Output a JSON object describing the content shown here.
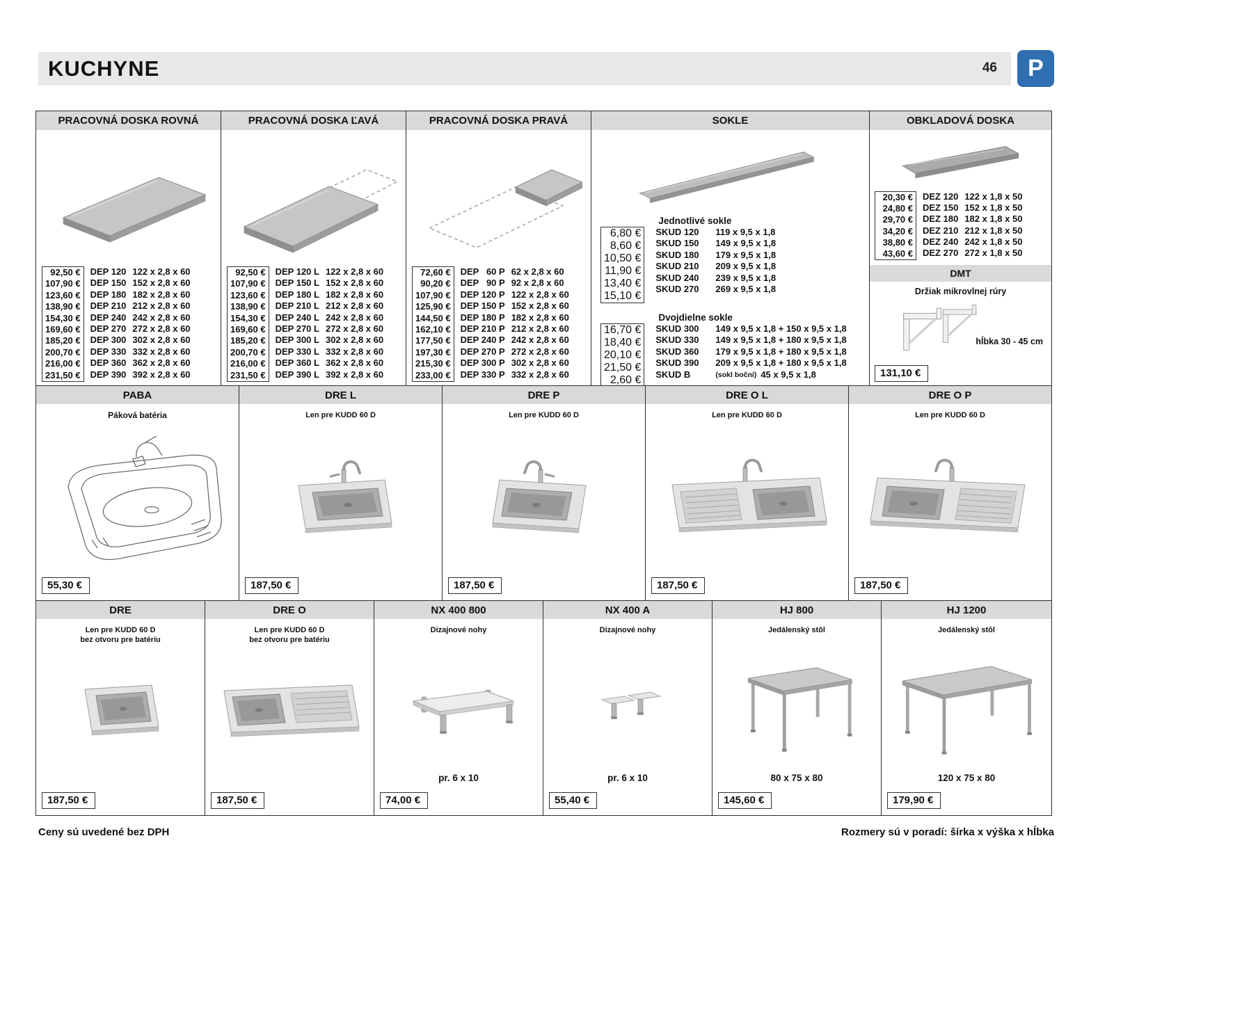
{
  "page": {
    "title": "KUCHYNE",
    "page_number": "46",
    "logo_letter": "P",
    "footer_left": "Ceny sú uvedené bez DPH",
    "footer_right": "Rozmery sú v poradí:  šírka x výška x hĺbka"
  },
  "worktops": {
    "rovna": {
      "title": "PRACOVNÁ DOSKA ROVNÁ",
      "rows": [
        {
          "price": "92,50 €",
          "code": "DEP 120",
          "dims": "122 x 2,8 x 60"
        },
        {
          "price": "107,90 €",
          "code": "DEP 150",
          "dims": "152 x 2,8 x 60"
        },
        {
          "price": "123,60 €",
          "code": "DEP 180",
          "dims": "182 x 2,8 x 60"
        },
        {
          "price": "138,90 €",
          "code": "DEP 210",
          "dims": "212 x 2,8 x 60"
        },
        {
          "price": "154,30 €",
          "code": "DEP 240",
          "dims": "242 x 2,8 x 60"
        },
        {
          "price": "169,60 €",
          "code": "DEP 270",
          "dims": "272 x 2,8 x 60"
        },
        {
          "price": "185,20 €",
          "code": "DEP 300",
          "dims": "302 x 2,8 x 60"
        },
        {
          "price": "200,70 €",
          "code": "DEP 330",
          "dims": "332 x 2,8 x 60"
        },
        {
          "price": "216,00 €",
          "code": "DEP 360",
          "dims": "362 x 2,8 x 60"
        },
        {
          "price": "231,50 €",
          "code": "DEP 390",
          "dims": "392 x 2,8 x 60"
        }
      ]
    },
    "lava": {
      "title": "PRACOVNÁ DOSKA ĽAVÁ",
      "rows": [
        {
          "price": "92,50 €",
          "code": "DEP 120 L",
          "dims": "122 x 2,8 x 60"
        },
        {
          "price": "107,90 €",
          "code": "DEP 150 L",
          "dims": "152 x 2,8 x 60"
        },
        {
          "price": "123,60 €",
          "code": "DEP 180 L",
          "dims": "182 x 2,8 x 60"
        },
        {
          "price": "138,90 €",
          "code": "DEP 210 L",
          "dims": "212 x 2,8 x 60"
        },
        {
          "price": "154,30 €",
          "code": "DEP 240 L",
          "dims": "242 x 2,8 x 60"
        },
        {
          "price": "169,60 €",
          "code": "DEP 270 L",
          "dims": "272 x 2,8 x 60"
        },
        {
          "price": "185,20 €",
          "code": "DEP 300 L",
          "dims": "302 x 2,8 x 60"
        },
        {
          "price": "200,70 €",
          "code": "DEP 330 L",
          "dims": "332 x 2,8 x 60"
        },
        {
          "price": "216,00 €",
          "code": "DEP 360 L",
          "dims": "362 x 2,8 x 60"
        },
        {
          "price": "231,50 €",
          "code": "DEP 390 L",
          "dims": "392 x 2,8 x 60"
        }
      ]
    },
    "prava": {
      "title": "PRACOVNÁ DOSKA PRAVÁ",
      "rows": [
        {
          "price": "72,60 €",
          "code": "DEP   60 P",
          "dims": "62 x 2,8 x 60"
        },
        {
          "price": "90,20 €",
          "code": "DEP   90 P",
          "dims": "92 x 2,8 x 60"
        },
        {
          "price": "107,90 €",
          "code": "DEP 120 P",
          "dims": "122 x 2,8 x 60"
        },
        {
          "price": "125,90 €",
          "code": "DEP 150 P",
          "dims": "152 x 2,8 x 60"
        },
        {
          "price": "144,50 €",
          "code": "DEP 180 P",
          "dims": "182 x 2,8 x 60"
        },
        {
          "price": "162,10 €",
          "code": "DEP 210 P",
          "dims": "212 x 2,8 x 60"
        },
        {
          "price": "177,50 €",
          "code": "DEP 240 P",
          "dims": "242 x 2,8 x 60"
        },
        {
          "price": "197,30 €",
          "code": "DEP 270 P",
          "dims": "272 x 2,8 x 60"
        },
        {
          "price": "215,30 €",
          "code": "DEP 300 P",
          "dims": "302 x 2,8 x 60"
        },
        {
          "price": "233,00 €",
          "code": "DEP 330 P",
          "dims": "332 x 2,8 x 60"
        }
      ]
    }
  },
  "sokle": {
    "title": "SOKLE",
    "single_header": "Jednotlivé sokle",
    "single_rows": [
      {
        "price": "6,80 €",
        "code": "SKUD 120",
        "dims": "119 x 9,5 x 1,8"
      },
      {
        "price": "8,60 €",
        "code": "SKUD 150",
        "dims": "149 x 9,5 x 1,8"
      },
      {
        "price": "10,50 €",
        "code": "SKUD 180",
        "dims": "179 x 9,5 x 1,8"
      },
      {
        "price": "11,90 €",
        "code": "SKUD 210",
        "dims": "209 x 9,5 x 1,8"
      },
      {
        "price": "13,40 €",
        "code": "SKUD 240",
        "dims": "239 x 9,5 x 1,8"
      },
      {
        "price": "15,10 €",
        "code": "SKUD 270",
        "dims": "269 x 9,5 x 1,8"
      }
    ],
    "double_header": "Dvojdielne sokle",
    "double_rows": [
      {
        "price": "16,70 €",
        "code": "SKUD 300",
        "note": "",
        "dims": "149 x 9,5 x 1,8 + 150 x 9,5 x 1,8"
      },
      {
        "price": "18,40 €",
        "code": "SKUD 330",
        "note": "",
        "dims": "149 x 9,5 x 1,8 + 180 x 9,5 x 1,8"
      },
      {
        "price": "20,10 €",
        "code": "SKUD 360",
        "note": "",
        "dims": "179 x 9,5 x 1,8 + 180 x 9,5 x 1,8"
      },
      {
        "price": "21,50 €",
        "code": "SKUD 390",
        "note": "",
        "dims": "209 x 9,5 x 1,8 + 180 x 9,5 x 1,8"
      },
      {
        "price": "2,60 €",
        "code": "SKUD B",
        "note": "(sokl boční)",
        "dims": "45 x 9,5 x 1,8"
      }
    ]
  },
  "obkladova": {
    "title": "OBKLADOVÁ DOSKA",
    "rows": [
      {
        "price": "20,30 €",
        "code": "DEZ 120",
        "dims": "122 x 1,8 x 50"
      },
      {
        "price": "24,80 €",
        "code": "DEZ 150",
        "dims": "152 x 1,8 x 50"
      },
      {
        "price": "29,70 €",
        "code": "DEZ 180",
        "dims": "182 x 1,8 x 50"
      },
      {
        "price": "34,20 €",
        "code": "DEZ 210",
        "dims": "212 x 1,8 x 50"
      },
      {
        "price": "38,80 €",
        "code": "DEZ 240",
        "dims": "242 x 1,8 x 50"
      },
      {
        "price": "43,60 €",
        "code": "DEZ 270",
        "dims": "272 x 1,8 x 50"
      }
    ]
  },
  "dmt": {
    "title": "DMT",
    "subtitle": "Držiak mikrovlnej rúry",
    "depth_note": "hĺbka 30 - 45 cm",
    "price": "131,10 €"
  },
  "cards_row2": [
    {
      "title": "PABA",
      "subtitle": "Páková batéria",
      "price": "55,30 €"
    },
    {
      "title": "DRE L",
      "subtitle": "Len pre KUDD 60 D",
      "price": "187,50 €"
    },
    {
      "title": "DRE P",
      "subtitle": "Len pre KUDD 60 D",
      "price": "187,50 €"
    },
    {
      "title": "DRE O L",
      "subtitle": "Len pre KUDD 60 D",
      "price": "187,50 €"
    },
    {
      "title": "DRE O P",
      "subtitle": "Len pre KUDD 60 D",
      "price": "187,50 €"
    }
  ],
  "cards_row3": [
    {
      "title": "DRE",
      "subtitle": "Len pre KUDD 60 D",
      "subtitle2": "bez otvoru pre batériu",
      "note": "",
      "price": "187,50 €"
    },
    {
      "title": "DRE O",
      "subtitle": "Len pre KUDD 60 D",
      "subtitle2": "bez otvoru pre batériu",
      "note": "",
      "price": "187,50 €"
    },
    {
      "title": "NX 400 800",
      "subtitle": "Dizajnové nohy",
      "subtitle2": "",
      "note": "pr. 6 x 10",
      "price": "74,00 €"
    },
    {
      "title": "NX 400 A",
      "subtitle": "Dizajnové nohy",
      "subtitle2": "",
      "note": "pr. 6 x 10",
      "price": "55,40 €"
    },
    {
      "title": "HJ 800",
      "subtitle": "Jedálenský stôl",
      "subtitle2": "",
      "note": "80 x 75 x 80",
      "price": "145,60 €"
    },
    {
      "title": "HJ 1200",
      "subtitle": "Jedálenský stôl",
      "subtitle2": "",
      "note": "120 x 75 x 80",
      "price": "179,90 €"
    }
  ]
}
